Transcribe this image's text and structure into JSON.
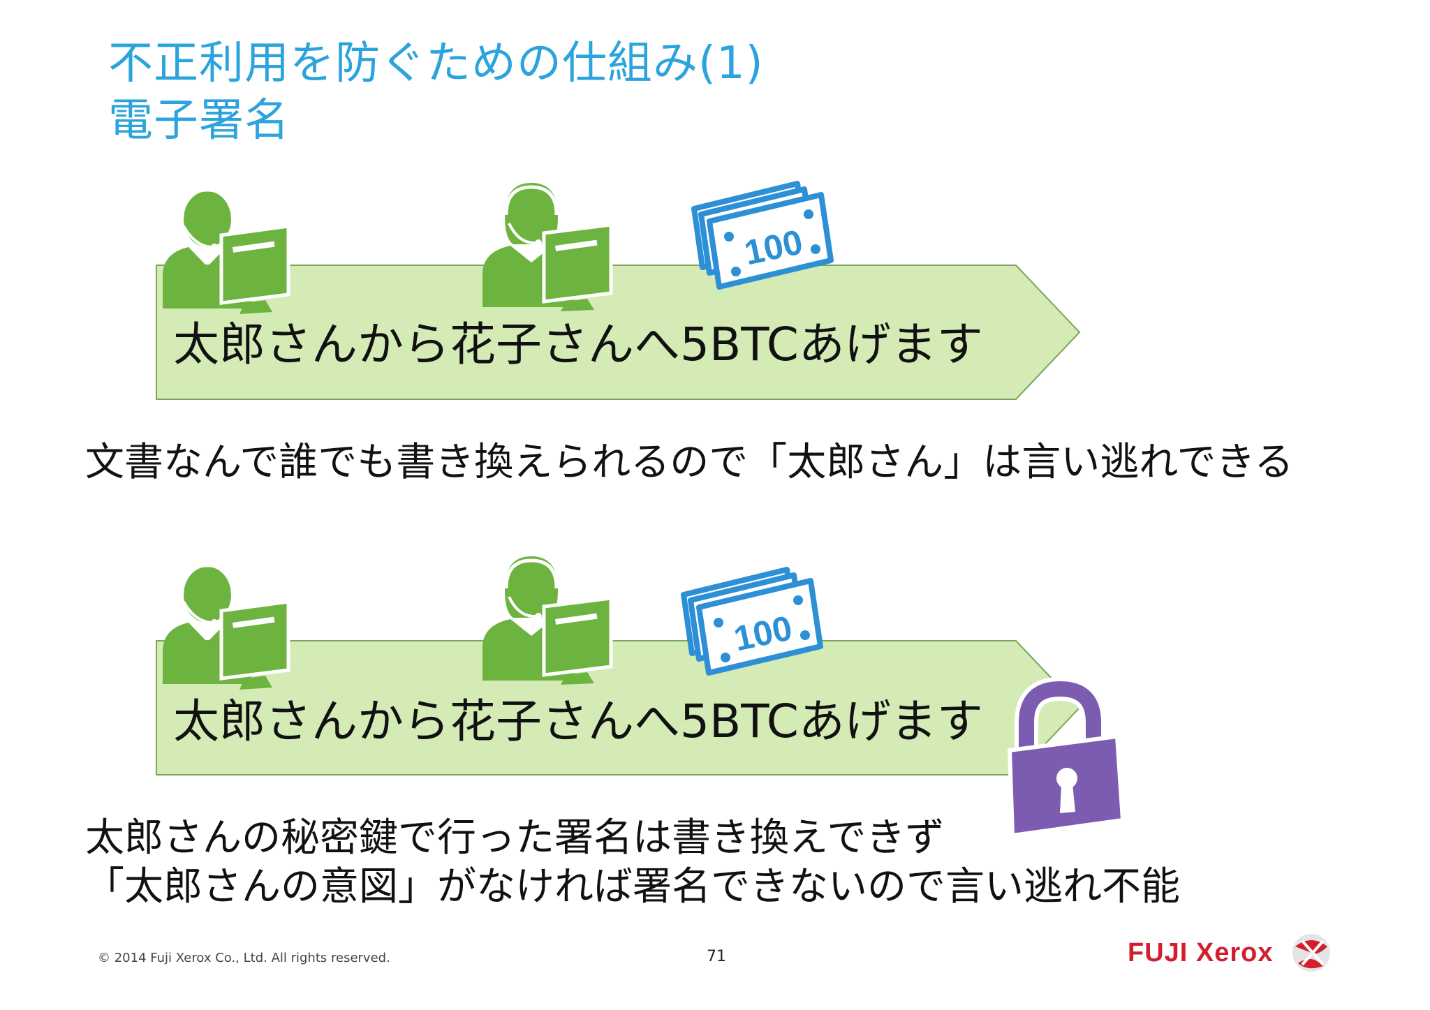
{
  "title": {
    "line1": "不正利用を防ぐための仕組み(1)",
    "line2": "電子署名"
  },
  "transaction1": {
    "text": "太郎さんから花子さんへ5BTCあげます",
    "banknote_label": "100"
  },
  "caption1": "文書なんで誰でも書き換えられるので「太郎さん」は言い逃れできる",
  "transaction2": {
    "text": "太郎さんから花子さんへ5BTCあげます",
    "banknote_label": "100"
  },
  "caption2": {
    "line1": "太郎さんの秘密鍵で行った署名は書き換えできず",
    "line2": "「太郎さんの意図」がなければ署名できないので言い逃れ不能"
  },
  "footer": {
    "copyright": "© 2014 Fuji Xerox Co., Ltd. All rights reserved.",
    "page_number": "71",
    "logo_text": "FUJI Xerox"
  },
  "colors": {
    "title": "#2ba3dc",
    "arrow_fill": "#d5ebb6",
    "arrow_stroke": "#7aa55a",
    "person_green": "#6cb33f",
    "banknote_blue": "#2d8fd5",
    "lock_purple": "#7c5cb0",
    "logo_red": "#d11f2d"
  },
  "icons": [
    "operator-male-icon",
    "operator-female-icon",
    "banknote-icon",
    "padlock-icon",
    "fuji-xerox-logo-icon"
  ]
}
